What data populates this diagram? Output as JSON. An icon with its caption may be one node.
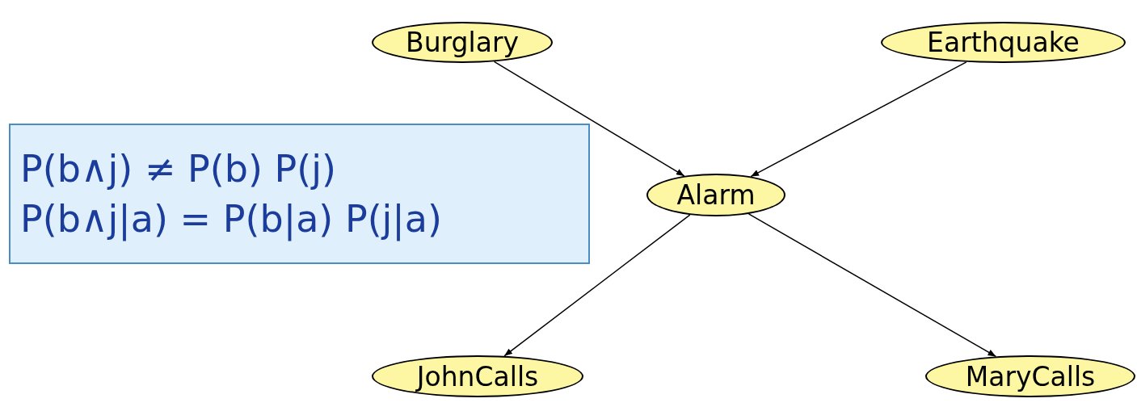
{
  "diagram": {
    "nodes": [
      {
        "text": [
          "Burglary"
        ]
      },
      {
        "text": [
          "Earthquake"
        ]
      },
      {
        "text": [
          "Alarm"
        ]
      },
      {
        "text": [
          "JohnCalls"
        ]
      },
      {
        "text": [
          "MaryCalls"
        ]
      },
      {
        "text": [
          "P(b∧j) ≠ P(b) P(j)",
          "P(b∧j|a) = P(b|a) P(j|a)"
        ]
      }
    ],
    "edges": [
      {
        "from": 0,
        "to": 2,
        "arrow": "to"
      },
      {
        "from": 1,
        "to": 2,
        "arrow": "to"
      },
      {
        "from": 2,
        "to": 3,
        "arrow": "to"
      },
      {
        "from": 2,
        "to": 4,
        "arrow": "to"
      }
    ]
  }
}
